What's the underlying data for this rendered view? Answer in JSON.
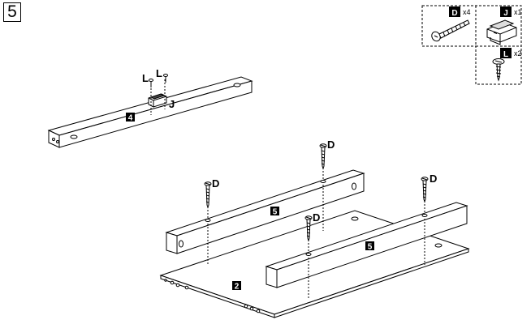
{
  "step": {
    "number": "5"
  },
  "legend": {
    "items": [
      {
        "letter": "D",
        "quantity": "x4",
        "part": "screw"
      },
      {
        "letter": "J",
        "quantity": "x1",
        "part": "connector-block"
      },
      {
        "letter": "L",
        "quantity": "x2",
        "part": "short-screw"
      }
    ]
  },
  "panels": {
    "panel_4": "4",
    "panel_2": "2",
    "rail_left": "5",
    "rail_right": "5"
  },
  "hardware_labels": {
    "j_label": "J",
    "l_left": "L",
    "l_right": "L",
    "d_left_rail": "D",
    "d_top": "D",
    "d_center": "D",
    "d_right": "D"
  },
  "colors": {
    "line": "#000000",
    "panel_fill": "#ffffff",
    "tag_fill": "#000000"
  }
}
